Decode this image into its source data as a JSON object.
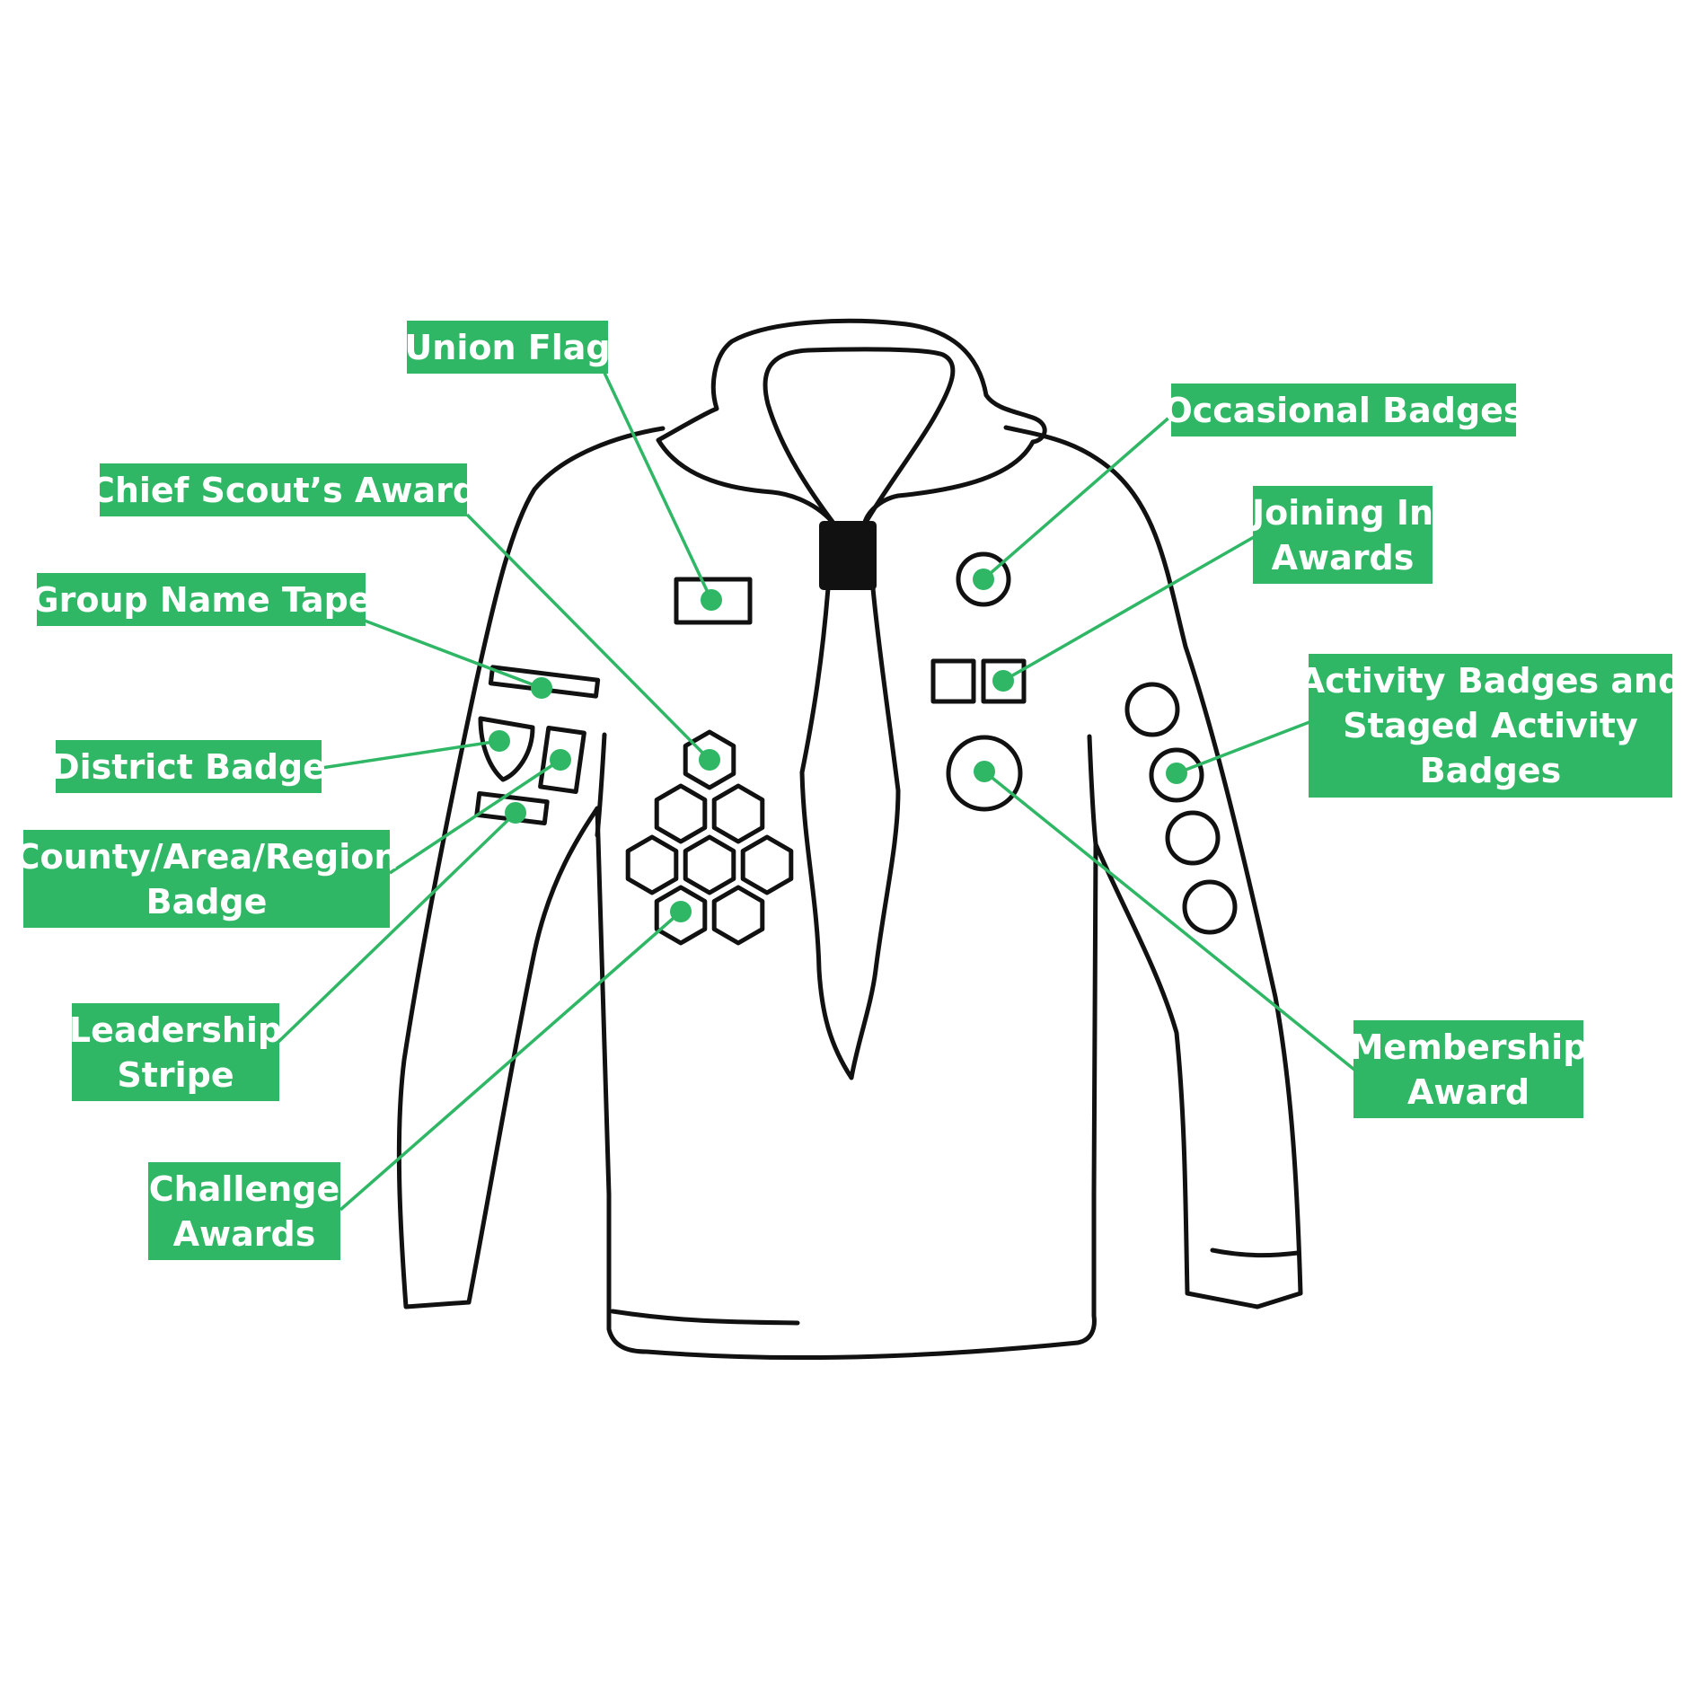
{
  "colors": {
    "accent": "#2fb765",
    "outline": "#111111",
    "background": "#ffffff"
  },
  "labels": {
    "union_flag": [
      "Union Flag"
    ],
    "chief_scouts_award": [
      "Chief Scout’s Award"
    ],
    "group_name_tape": [
      "Group Name Tape"
    ],
    "district_badge": [
      "District Badge"
    ],
    "county_badge": [
      "County/Area/Region",
      "Badge"
    ],
    "leadership_stripe": [
      "Leadership",
      "Stripe"
    ],
    "challenge_awards": [
      "Challenge",
      "Awards"
    ],
    "occasional_badges": [
      "Occasional Badges"
    ],
    "joining_in_awards": [
      "Joining In",
      "Awards"
    ],
    "activity_badges": [
      "Activity Badges and",
      "Staged Activity",
      "Badges"
    ],
    "membership_award": [
      "Membership",
      "Award"
    ]
  }
}
